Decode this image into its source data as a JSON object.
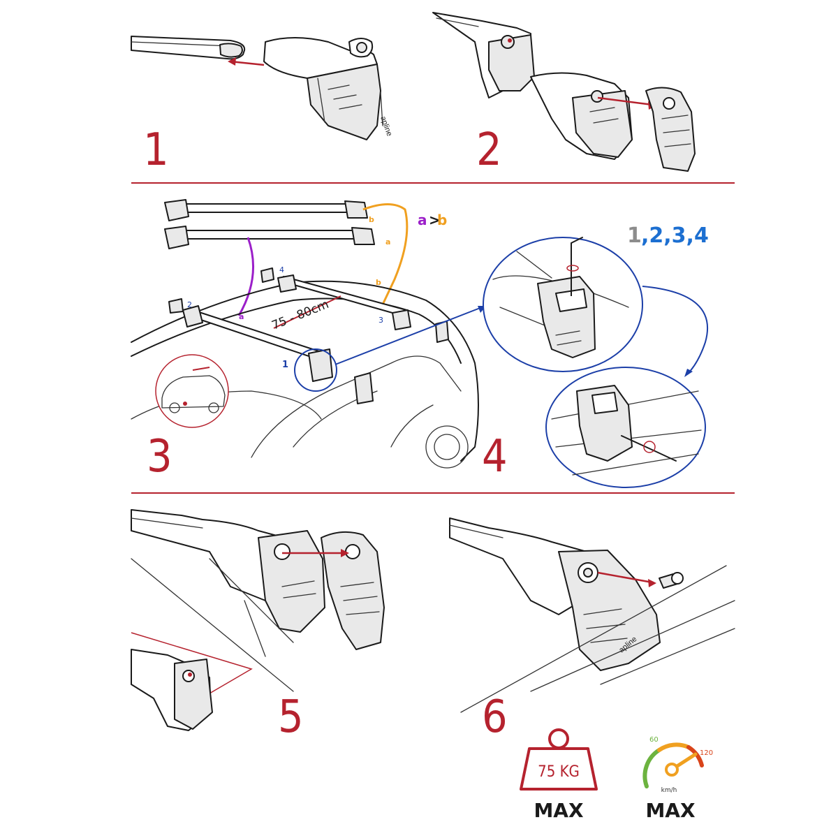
{
  "steps": [
    {
      "number": "1"
    },
    {
      "number": "2"
    },
    {
      "number": "3"
    },
    {
      "number": "4"
    },
    {
      "number": "5"
    },
    {
      "number": "6"
    }
  ],
  "step3": {
    "comparison_a": "a",
    "comparison_sign": ">",
    "comparison_b": "b",
    "distance": "75 - 80cm",
    "foot_labels": [
      "1",
      "2",
      "3",
      "4"
    ],
    "letter_a": "a",
    "letter_b": "b"
  },
  "step4": {
    "order_first": "1",
    "order_rest": ",2,3,4",
    "callout_number": "1"
  },
  "limits": {
    "weight_value": "75 KG",
    "weight_label": "MAX",
    "speed_min": "60",
    "speed_max": "120",
    "speed_unit": "km/h",
    "speed_label": "MAX"
  },
  "colors": {
    "accent_red": "#b5222e",
    "purple": "#9b1fc9",
    "orange": "#f0a020",
    "blue": "#1c3fa8",
    "grey": "#8c8c8c"
  }
}
